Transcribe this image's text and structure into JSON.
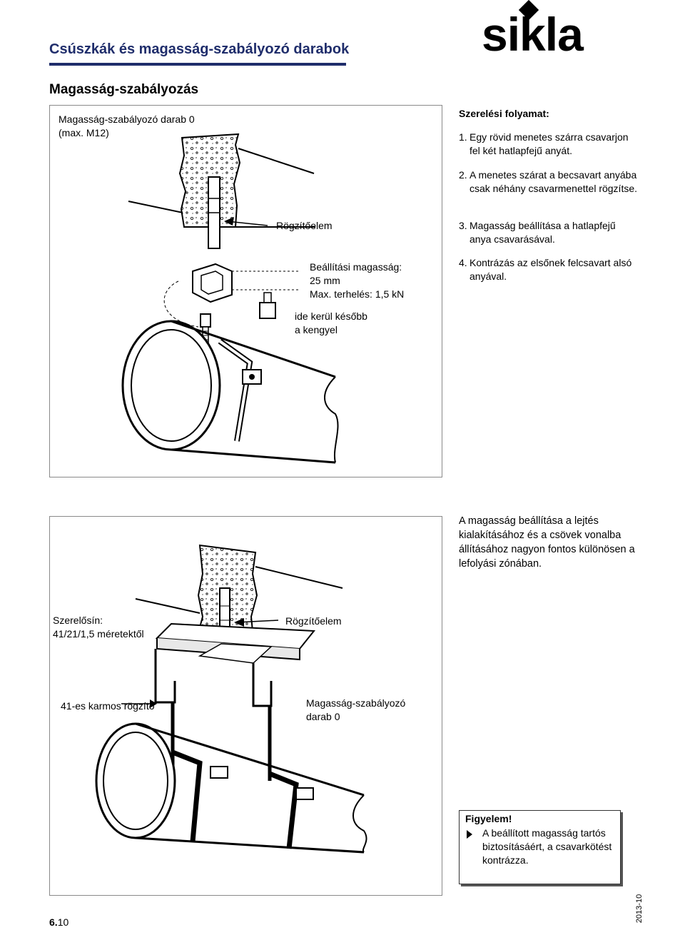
{
  "header": {
    "title": "Csúszkák és magasság-szabályozó darabok",
    "logo": "sikla"
  },
  "section_title": "Magasság-szabályozás",
  "figure1": {
    "title_line1": "Magasság-szabályozó darab 0",
    "title_line2": "(max. M12)",
    "fixing_label": "Rögzítőelem",
    "setting_height_line1": "Beállítási magasság:",
    "setting_height_line2": "25 mm",
    "max_load": "Max. terhelés: 1,5 kN",
    "clamp_note_line1": "ide kerül később",
    "clamp_note_line2": "a kengyel"
  },
  "figure2": {
    "rail_line1": "Szerelősín:",
    "rail_line2": "41/21/1,5 méretektől",
    "fixing_label": "Rögzítőelem",
    "claw_label": "41-es karmos rögzítő",
    "adjuster_line1": "Magasság-szabályozó",
    "adjuster_line2": "darab 0"
  },
  "assembly": {
    "title": "Szerelési folyamat:",
    "steps": [
      {
        "num": "1.",
        "text": "Egy rövid menetes szárra csavarjon fel két hatlapfejű anyát."
      },
      {
        "num": "2.",
        "text": "A menetes szárat a becsavart anyába csak néhány csavarmenettel rögzítse."
      },
      {
        "num": "3.",
        "text": "Magasság beállítása a hatlapfejű anya csavarásával."
      },
      {
        "num": "4.",
        "text": "Kontrázás az elsőnek felcsavart alsó anyával."
      }
    ]
  },
  "note_paragraph": "A magasság beállítása a lejtés kialakításához és a csövek vonalba állításához nagyon fontos különösen a lefolyási zónában.",
  "warning": {
    "title": "Figyelem!",
    "text": "A beállított magasság tartós biztosításáért, a csavarkötést kontrázza."
  },
  "footer": {
    "page_bold": "6.",
    "page_rest": "10",
    "date_code": "2013-10"
  }
}
